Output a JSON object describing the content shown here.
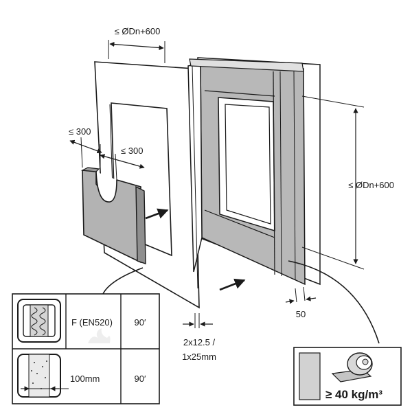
{
  "dimensions": {
    "top_width": "≤ ØDn+600",
    "right_height": "≤ ØDn+600",
    "left_offset": "≤ 300",
    "cutout_offset": "≤ 300",
    "frame_depth": "50",
    "board_line1": "2x12.5 /",
    "board_line2": "1x25mm"
  },
  "table": {
    "row1_class": "F (EN520)",
    "row1_time": "90′",
    "row2_thickness": "100mm",
    "row2_time": "90′"
  },
  "insulation": {
    "density": "≥ 40 kg/m³"
  },
  "colors": {
    "panel_fill": "#b8b8b8",
    "panel_light": "#cfcfcf",
    "line": "#1a1a1a"
  }
}
